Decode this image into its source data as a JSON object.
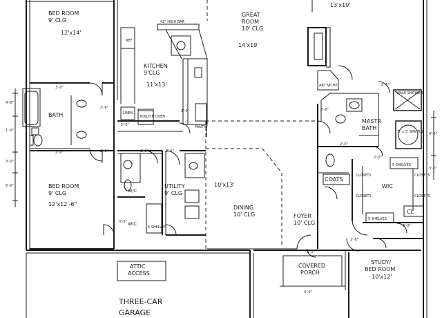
{
  "plan": {
    "top_right_room_dim": "13'x19'",
    "rooms": {
      "bedroom1": {
        "name": "BED ROOM",
        "clg": "9' CLG",
        "dim": "12'x14'"
      },
      "bedroom2": {
        "name": "BED ROOM",
        "clg": "9' CLG",
        "dim": "12'x12'-6\""
      },
      "bath": {
        "name": "BATH"
      },
      "kitchen": {
        "name": "KITCHEN",
        "clg": "9'CLG",
        "dim": "11'x13'",
        "bar": "42\" HIGH BAR",
        "ref": "REF",
        "linen": "LINEN",
        "builtin": "BUILT-IN OVEN",
        "pantry": "PANTRY"
      },
      "great_room": {
        "name": "GREAT",
        "name2": "ROOM",
        "clg": "10' CLG",
        "dim": "14'x19'"
      },
      "utility": {
        "name": "UTILITY",
        "clg": "9' CLG"
      },
      "wic_left1": "W/C",
      "wic_left2": "WIC",
      "shelves_left": "5 SHELVES",
      "dining": {
        "name": "DINING",
        "clg": "10' CLG",
        "dim": "10'x13'"
      },
      "foyer": {
        "name": "FOYER",
        "clg": "10' CLG"
      },
      "master_bath": {
        "name": "MASTR",
        "name2": "BATH",
        "tub": "5' x 5' SPA TUB",
        "shower": "WALK SHOWER"
      },
      "coats": "COATS",
      "master_wic": "WIC",
      "shelves_right": "5 SHELVES",
      "shelves_right2": "5 SHELVES",
      "cl": "CL",
      "art_niche": "ART NICHE",
      "covered_porch": {
        "name": "COVERED",
        "name2": "PORCH"
      },
      "study": {
        "name": "STUDY/",
        "name2": "BED ROOM",
        "dim": "10'x12'"
      },
      "attic": {
        "name": "ATTIC",
        "name2": "ACCESS"
      },
      "garage": {
        "name": "THREE-CAR",
        "name2": "GARAGE"
      }
    },
    "dims": {
      "d_30a": "3'-0\"",
      "d_30b": "3'-0\"",
      "d_30c": "3'-0\"",
      "d_30d": "3'-0\"",
      "d_26a": "2'-6\"",
      "d_26b": "2'-6\"",
      "d_26c": "2'-6\"",
      "d_20a": "2'-0\"",
      "d_20b": "2'-0\"",
      "d_20c": "2'-0\"",
      "d_20d": "2'-0\"",
      "d_20e": "2'-0\"",
      "d_20f": "2'-0\"",
      "d_30porch": "3'-0\"",
      "d_40": "4'-0\"",
      "d_28": "2'-8\"",
      "d_30e": "3'-0\"",
      "left_a": "4'-0\"",
      "left_b": "1'-0\"",
      "left_c": "3'-0\"",
      "left_d": "5'-0\"",
      "right_a": "4'-0\"",
      "right_b": "3'-0\"",
      "closet_a": "CLOSETS",
      "closet_b": "CLOSETS",
      "closet_c": "CLOSETS",
      "closet_d": "CLOSETS"
    }
  }
}
